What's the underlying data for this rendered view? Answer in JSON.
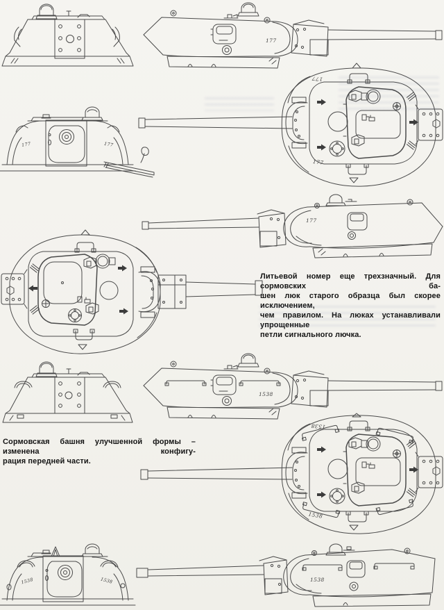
{
  "page": {
    "background": "#f4f3ef",
    "ink": "#4a4a4a"
  },
  "captions": {
    "right_lines": [
      "Литьевой номер еще трехзначный. Для сормовских ба-",
      "шен люк старого образца был скорее исключением,",
      "чем правилом. На люках устанавливали упрощенные",
      "петли сигнального лючка."
    ],
    "left_lines": [
      "Сормовская башня улучшенной формы – изменена конфигу-",
      "рация передней части."
    ]
  },
  "turret_numbers": {
    "early": "177",
    "late": "1538"
  }
}
